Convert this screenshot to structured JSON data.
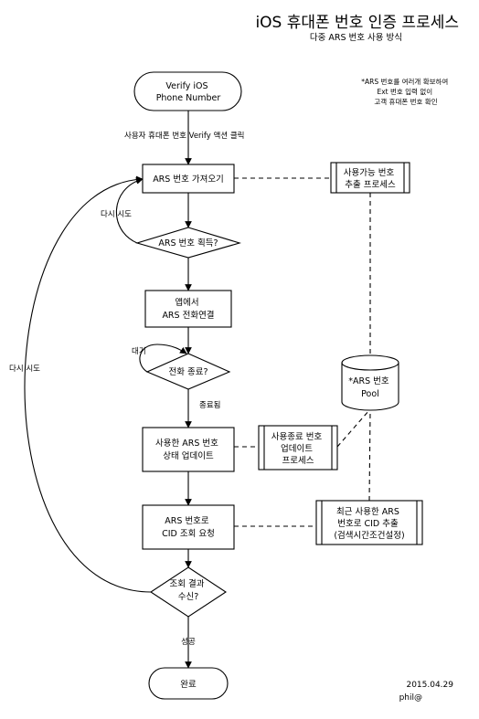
{
  "header": {
    "title": "iOS 휴대폰 번호 인증 프로세스",
    "subtitle": "다중 ARS 번호 사용 방식"
  },
  "note": {
    "lines": [
      "*ARS 번호를 여러개 확보하여",
      "Ext 번호 입력 없이",
      "고객 휴대폰 번호 확인"
    ]
  },
  "nodes": {
    "start": {
      "lines": [
        "Verify iOS",
        "Phone Number"
      ]
    },
    "get_ars": {
      "lines": [
        "ARS 번호 가져오기"
      ]
    },
    "ars_acquired": {
      "lines": [
        "ARS 번호 획득?"
      ]
    },
    "app_call": {
      "lines": [
        "앱에서",
        "ARS 전화연결"
      ]
    },
    "call_end": {
      "lines": [
        "전화 종료?"
      ]
    },
    "update_status": {
      "lines": [
        "사용한 ARS 번호",
        "상태 업데이트"
      ]
    },
    "cid_request": {
      "lines": [
        "ARS 번호로",
        "CID 조회 요청"
      ]
    },
    "result_received": {
      "lines": [
        "조회 결과",
        "수신?"
      ]
    },
    "done": {
      "lines": [
        "완료"
      ]
    },
    "extract_available": {
      "lines": [
        "사용가능 번호",
        "추출 프로세스"
      ]
    },
    "pool": {
      "lines": [
        "*ARS 번호",
        "Pool"
      ]
    },
    "update_process": {
      "lines": [
        "사용종료 번호",
        "업데이트",
        "프로세스"
      ]
    },
    "extract_cid": {
      "lines": [
        "최근 사용한 ARS",
        "번호로 CID 추출",
        "(검색시간조건설정)"
      ]
    }
  },
  "edges": {
    "verify_click": "사용자 휴대폰 번호 Verify 액션 클릭",
    "retry_inner": "다시 시도",
    "wait": "대기",
    "ended": "종료됨",
    "retry_outer": "다시 시도",
    "success": "성공"
  },
  "footer": {
    "date": "2015.04.29",
    "author": "phil@"
  }
}
